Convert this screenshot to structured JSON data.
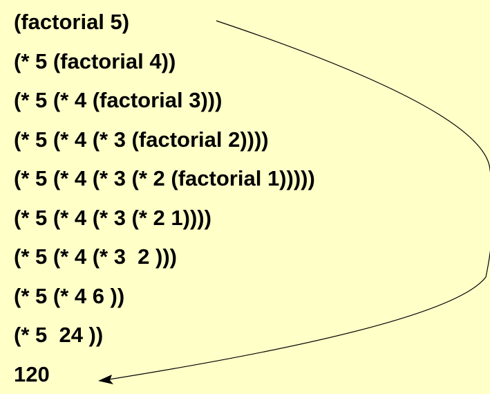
{
  "expansion": {
    "lines": [
      "(factorial 5)",
      "(* 5 (factorial 4))",
      "(* 5 (* 4 (factorial 3)))",
      "(* 5 (* 4 (* 3 (factorial 2))))",
      "(* 5 (* 4 (* 3 (* 2 (factorial 1)))))",
      "(* 5 (* 4 (* 3 (* 2 1))))",
      "(* 5 (* 4 (* 3  2 )))",
      "(* 5 (* 4 6 ))",
      "(* 5  24 ))",
      "120"
    ]
  },
  "colors": {
    "background": "#ffffc8",
    "text": "#000000",
    "arrow": "#000000"
  }
}
